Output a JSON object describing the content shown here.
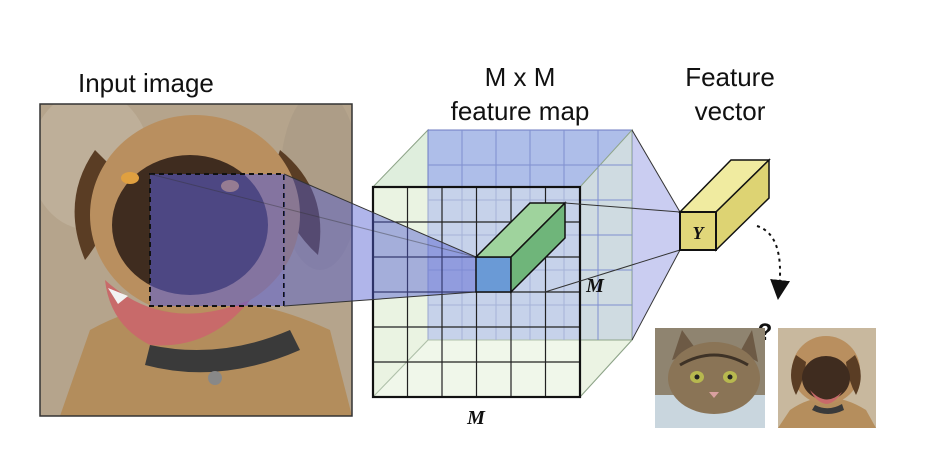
{
  "labels": {
    "input_image": "Input image",
    "feature_map_line1": "M x M",
    "feature_map_line2": "feature map",
    "feature_vector_line1": "Feature",
    "feature_vector_line2": "vector",
    "m_bottom": "M",
    "m_side": "M",
    "y": "Y",
    "question": "?"
  },
  "icons": [
    "dog-photo",
    "cat-photo",
    "dog-thumbnail-photo"
  ],
  "colors": {
    "selection_overlay": "#5a5fd6",
    "feature_map_back": "#a9b8ea",
    "feature_map_front": "#e9f2df",
    "highlight_cell": "#6a9ad6",
    "feature_bar": "#7fc08a",
    "feature_vector": "#e8e28a",
    "projection": "#4f5ad0"
  }
}
